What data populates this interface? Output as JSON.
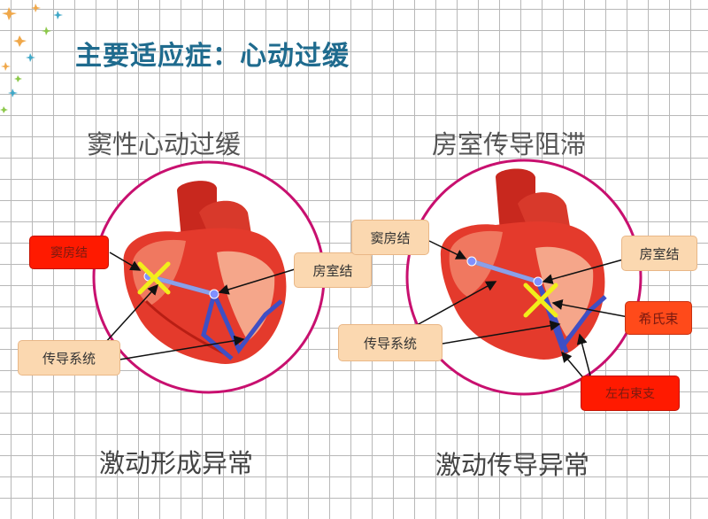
{
  "title": "主要适应症：心动过缓",
  "left": {
    "subtitle": "窦性心动过缓",
    "caption": "激动形成异常",
    "labels": {
      "sa_node": "窦房结",
      "av_node": "房室结",
      "conduction": "传导系统"
    }
  },
  "right": {
    "subtitle": "房室传导阻滞",
    "caption": "激动传导异常",
    "labels": {
      "sa_node": "窦房结",
      "av_node": "房室结",
      "conduction": "传导系统",
      "his": "希氏束",
      "bundle_branches": "左右束支"
    }
  },
  "colors": {
    "title": "#1f6b8e",
    "circle": "#c8106f",
    "heart": "#e43a2c",
    "path": "#4a5fc8",
    "x_mark": "#f2ee1a"
  }
}
